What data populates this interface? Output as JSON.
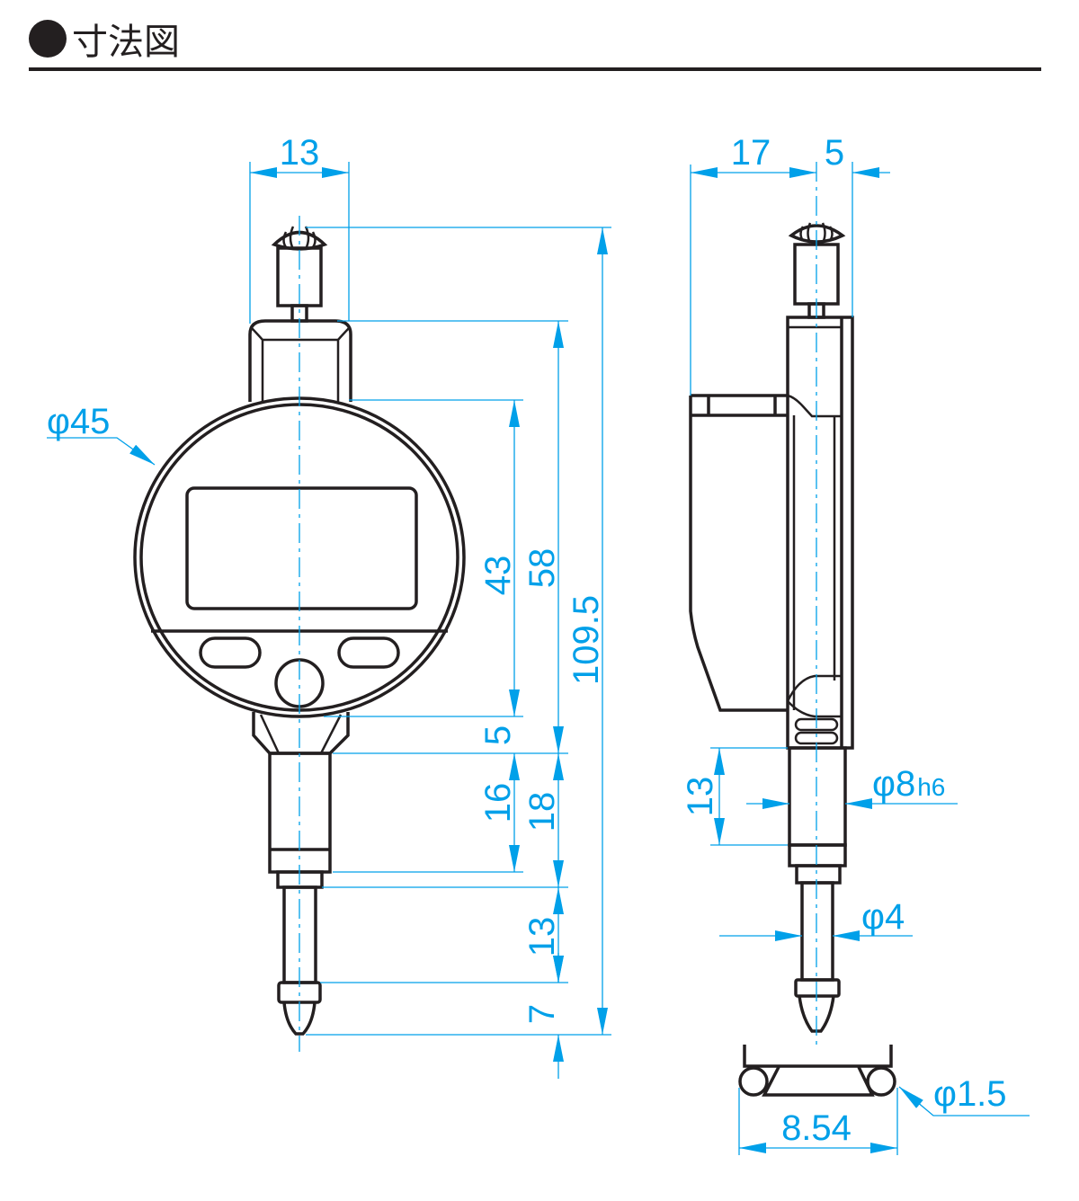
{
  "header": {
    "title": "寸法図"
  },
  "colors": {
    "dimension": "#00a0e9",
    "outline": "#231f20"
  },
  "front_view": {
    "dims": {
      "width_top": "13",
      "dial_dia": "φ45",
      "d43": "43",
      "d58": "58",
      "d109": "109.5",
      "d5": "5",
      "d16": "16",
      "d18": "18",
      "d13": "13",
      "d7": "7"
    }
  },
  "side_view": {
    "dims": {
      "d17": "17",
      "d5": "5",
      "d13": "13",
      "stem_dia": "φ8",
      "stem_tol": "h6",
      "rod_dia": "φ4",
      "ball_dia": "φ1.5",
      "span": "8.54"
    }
  }
}
